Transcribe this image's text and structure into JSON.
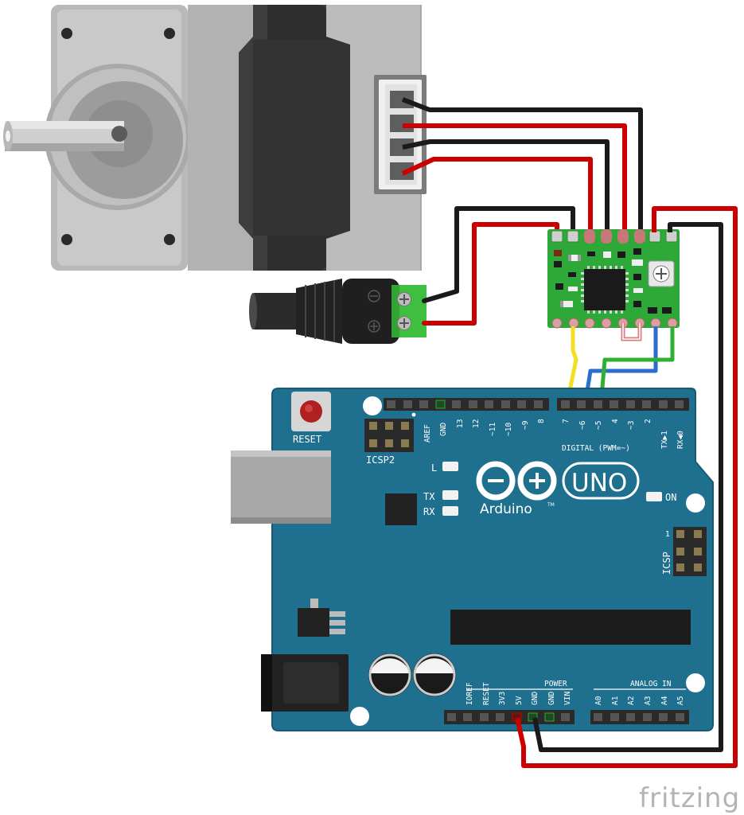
{
  "board": {
    "reset_label": "RESET",
    "icsp2_label": "ICSP2",
    "icsp_label": "ICSP",
    "icsp_pin1": "1",
    "aref": "AREF",
    "gnd": "GND",
    "d13": "13",
    "d12": "12",
    "d11": "~11",
    "d10": "~10",
    "d9": "~9",
    "d8": "8",
    "d7": "7",
    "d6": "~6",
    "d5": "~5",
    "d4": "4",
    "d3": "~3",
    "d2": "2",
    "tx1": "TX▶1",
    "rx0": "RX◀0",
    "digital_label": "DIGITAL (PWM=~)",
    "led_l": "L",
    "led_tx": "TX",
    "led_rx": "RX",
    "led_on": "ON",
    "logo_uno": "UNO",
    "logo_arduino": "Arduino",
    "logo_tm": "TM",
    "power_label": "POWER",
    "analog_label": "ANALOG IN",
    "p_ioref": "IOREF",
    "p_reset": "RESET",
    "p_3v3": "3V3",
    "p_5v": "5V",
    "p_gnd1": "GND",
    "p_gnd2": "GND",
    "p_vin": "VIN",
    "a0": "A0",
    "a1": "A1",
    "a2": "A2",
    "a3": "A3",
    "a4": "A4",
    "a5": "A5"
  },
  "terminal": {
    "minus": "⊖",
    "plus": "⊕"
  },
  "watermark": "fritzing",
  "colors": {
    "board": "#1f6f8f",
    "board_dark": "#175a75",
    "wire_red": "#cc0000",
    "wire_black": "#1a1a1a",
    "wire_yellow": "#f0e020",
    "wire_blue": "#2a6fd0",
    "wire_green": "#30b030",
    "driver_pcb": "#2fa83a",
    "terminal_green": "#3fbf3f"
  }
}
